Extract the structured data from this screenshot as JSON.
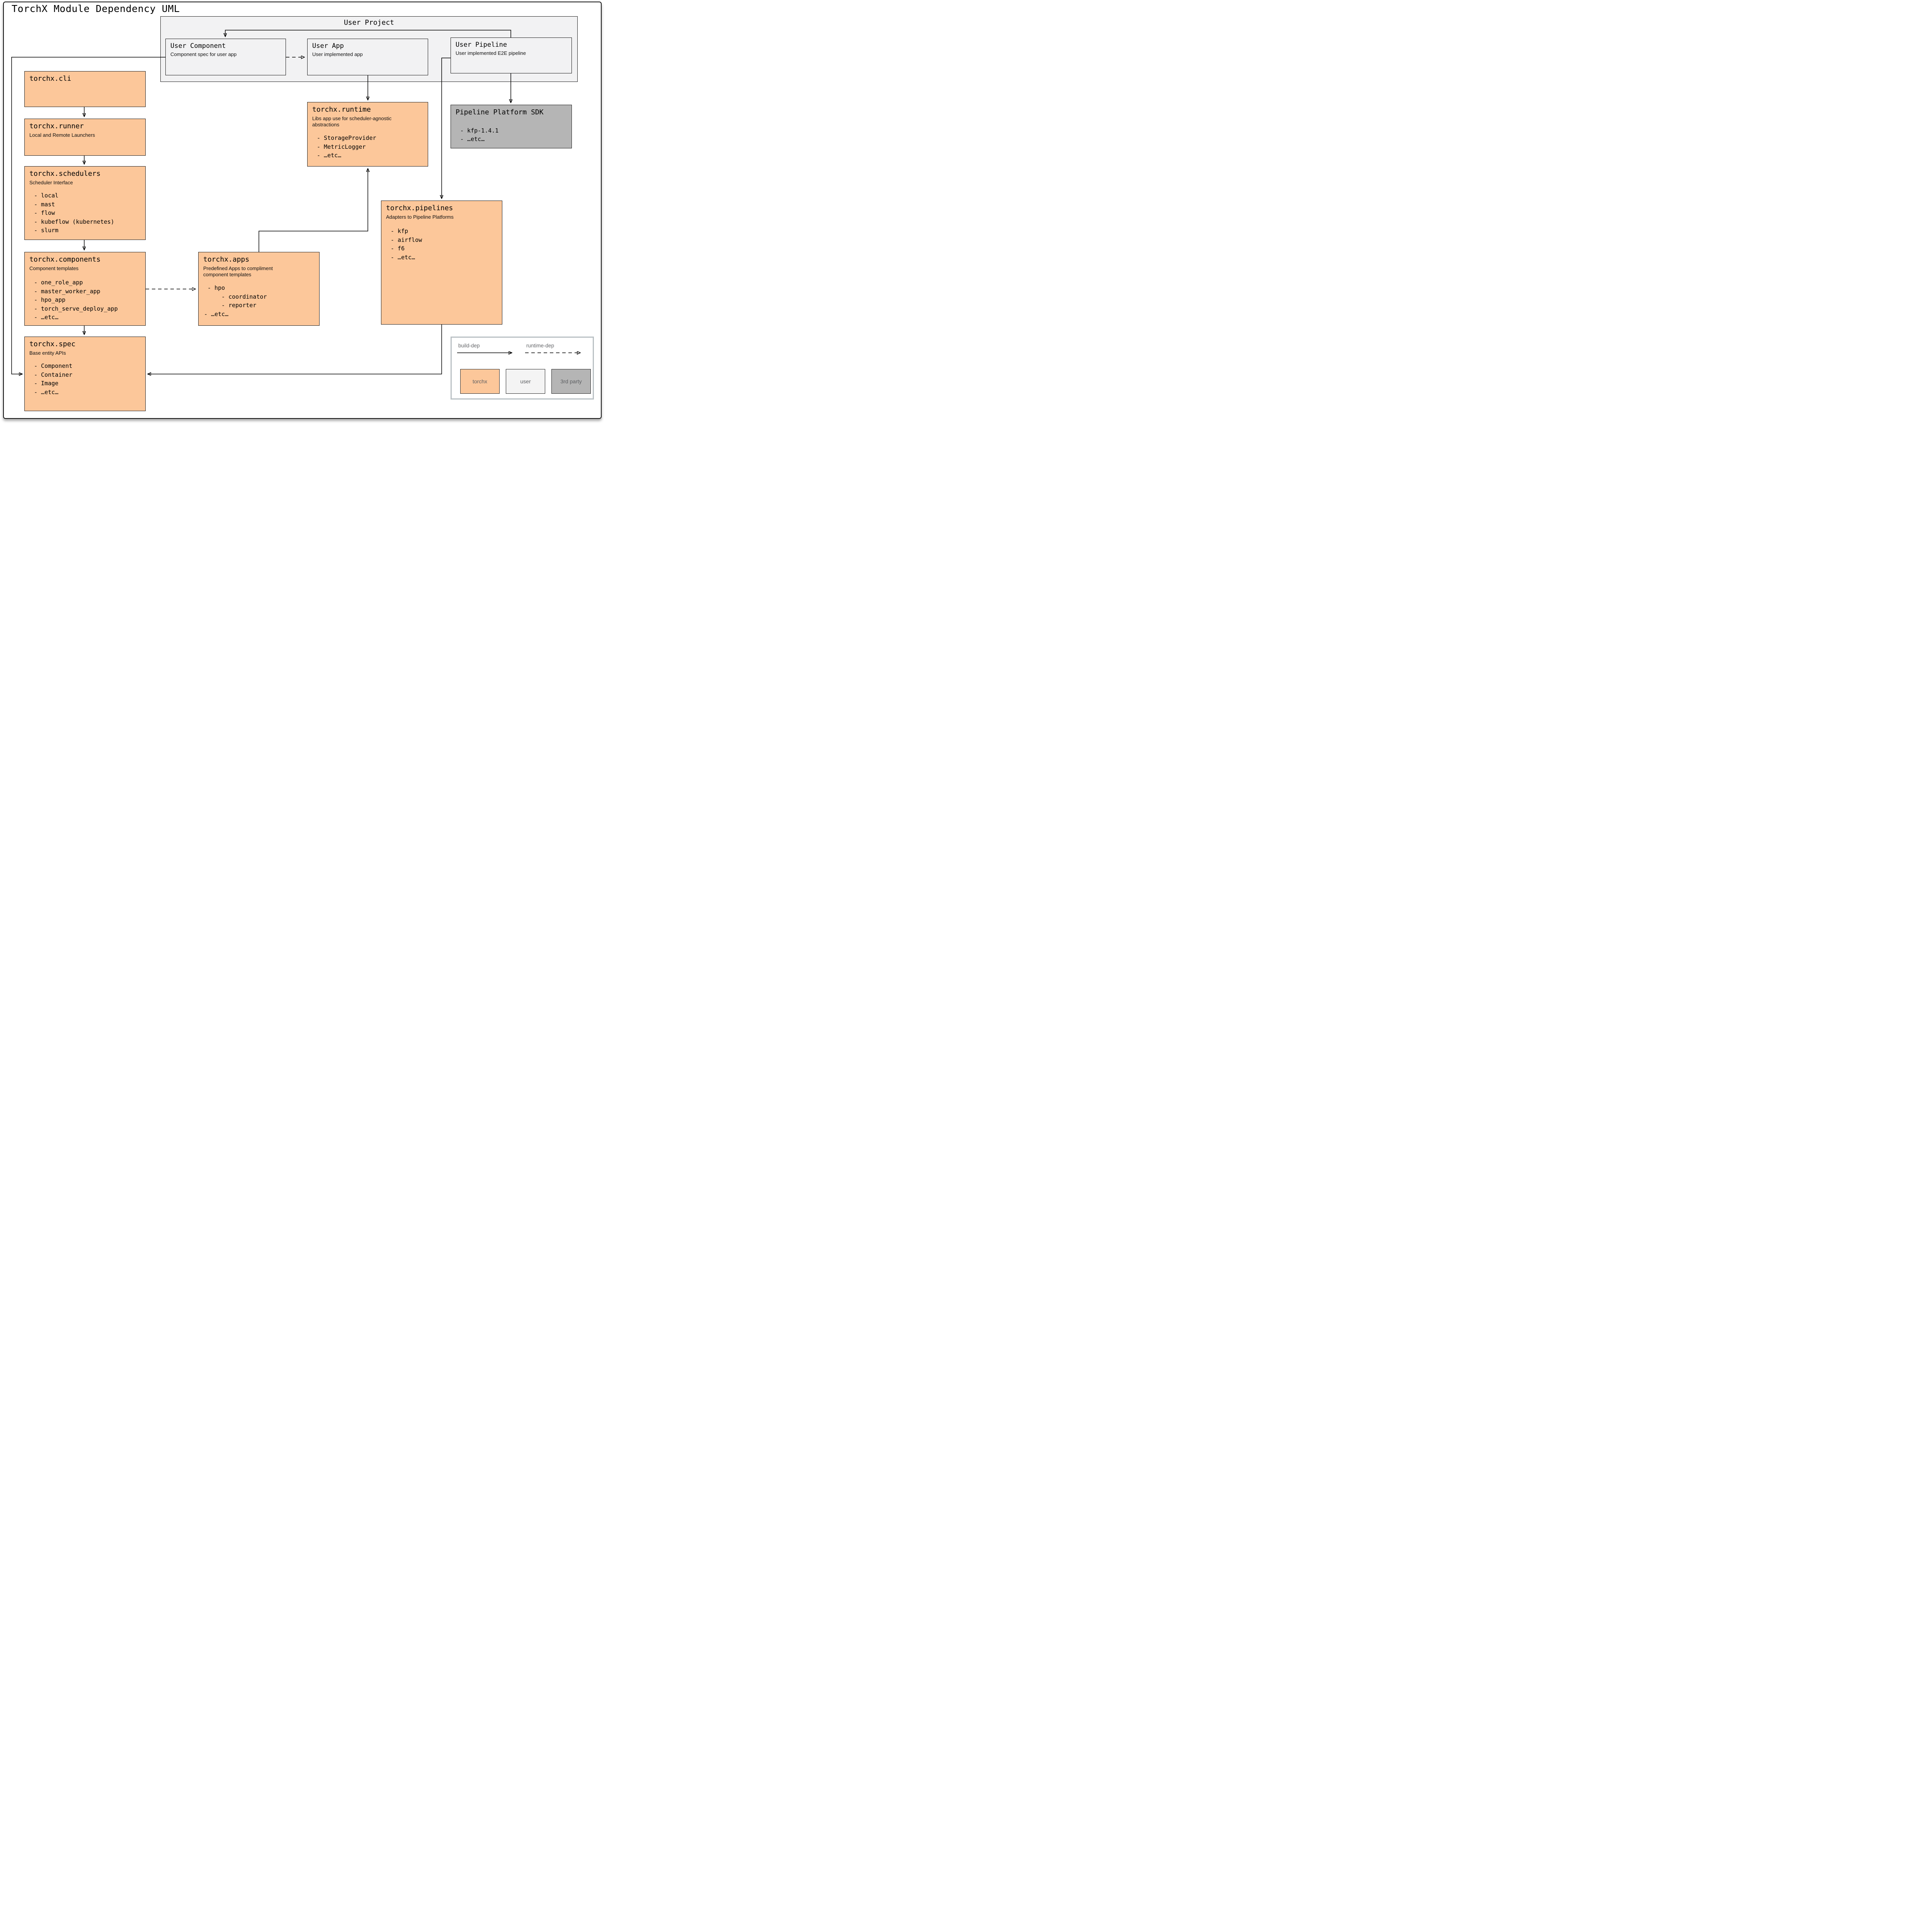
{
  "page": {
    "title": "TorchX Module Dependency UML"
  },
  "user_project": {
    "label": "User Project",
    "user_component": {
      "title": "User Component",
      "subtitle": "Component spec for user app"
    },
    "user_app": {
      "title": "User App",
      "subtitle": "User implemented app"
    },
    "user_pipeline": {
      "title": "User Pipeline",
      "subtitle": "User implemented E2E pipeline"
    }
  },
  "modules": {
    "cli": {
      "title": "torchx.cli"
    },
    "runner": {
      "title": "torchx.runner",
      "subtitle": "Local and Remote Launchers"
    },
    "schedulers": {
      "title": "torchx.schedulers",
      "subtitle": "Scheduler Interface",
      "items": [
        "- local",
        "- mast",
        "- flow",
        "- kubeflow (kubernetes)",
        "- slurm"
      ]
    },
    "components": {
      "title": "torchx.components",
      "subtitle": "Component templates",
      "items": [
        "- one_role_app",
        "- master_worker_app",
        "- hpo_app",
        "- torch_serve_deploy_app",
        "- …etc…"
      ]
    },
    "spec": {
      "title": "torchx.spec",
      "subtitle": "Base entity APIs",
      "items": [
        "- Component",
        "- Container",
        "- Image",
        "- …etc…"
      ]
    },
    "runtime": {
      "title": "torchx.runtime",
      "subtitle": "Libs app use for scheduler-agnostic abstractions",
      "items": [
        "- StorageProvider",
        "- MetricLogger",
        "- …etc…"
      ]
    },
    "apps": {
      "title": "torchx.apps",
      "subtitle": "Predefined Apps to compliment component templates",
      "items": [
        " - hpo",
        "     - coordinator",
        "     - reporter",
        "- …etc…"
      ]
    },
    "pipelines": {
      "title": "torchx.pipelines",
      "subtitle": "Adapters to Pipeline Platforms",
      "items": [
        "- kfp",
        "- airflow",
        "- f6",
        "- …etc…"
      ]
    },
    "sdk": {
      "title": "Pipeline Platform SDK",
      "items": [
        "- kfp-1.4.1",
        "- …etc…"
      ]
    }
  },
  "legend": {
    "build_dep_label": "build-dep",
    "runtime_dep_label": "runtime-dep",
    "swatches": [
      {
        "label": "torchx",
        "color": "#fcc79a"
      },
      {
        "label": "user",
        "color": "#f4f4f4"
      },
      {
        "label": "3rd party",
        "color": "#b5b5b5"
      }
    ]
  },
  "colors": {
    "torchx_fill": "#fcc79a",
    "user_fill": "#f2f2f3",
    "third_party_fill": "#b5b5b5",
    "edge": "#000000",
    "legend_border": "#b9c0c4"
  }
}
